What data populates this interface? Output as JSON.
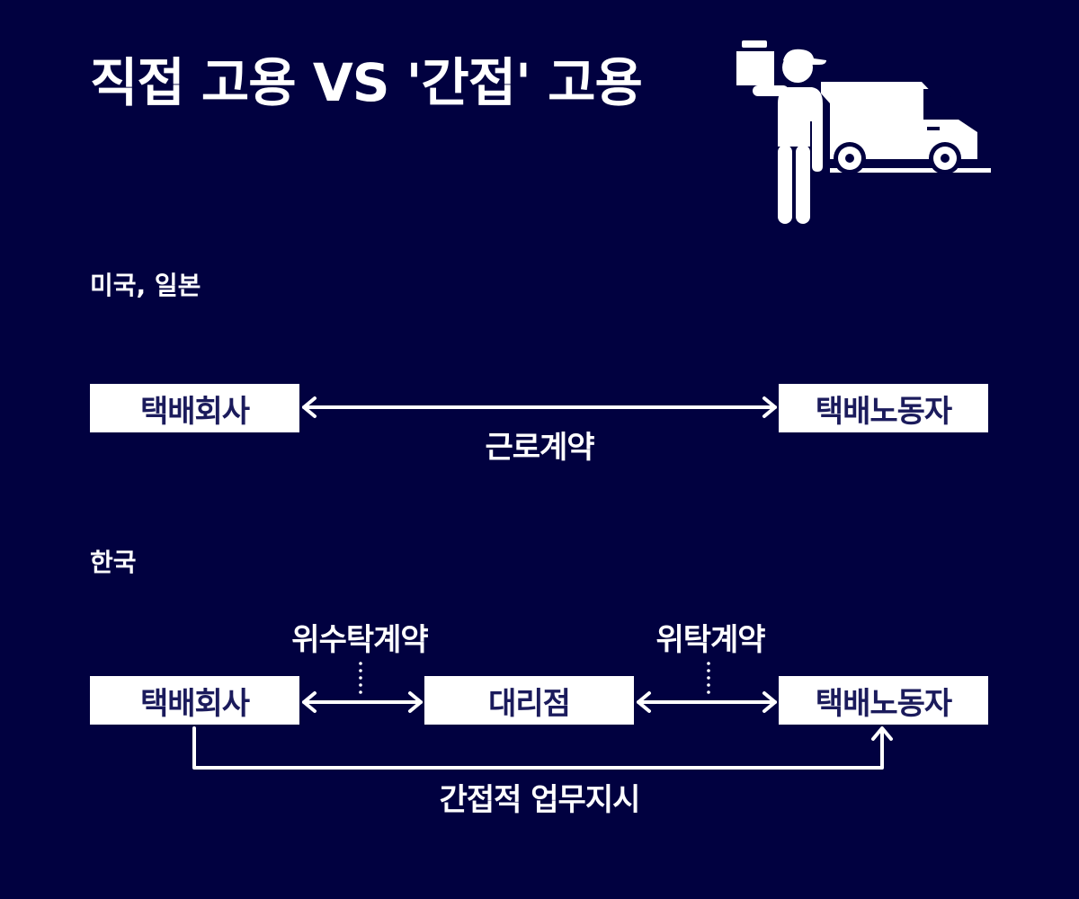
{
  "title": "직접 고용 VS '간접' 고용",
  "sections": {
    "us_japan": {
      "label": "미국, 일본",
      "left_box": "택배회사",
      "right_box": "택배노동자",
      "relation": "근로계약"
    },
    "korea": {
      "label": "한국",
      "left_box": "택배회사",
      "middle_box": "대리점",
      "right_box": "택배노동자",
      "relation_left": "위수탁계약",
      "relation_right": "위탁계약",
      "indirect": "간접적 업무지시"
    }
  },
  "illustration": "delivery-worker-with-truck-icon",
  "colors": {
    "background": "#010140",
    "box": "#ffffff",
    "box_text": "#1b1b5c"
  }
}
